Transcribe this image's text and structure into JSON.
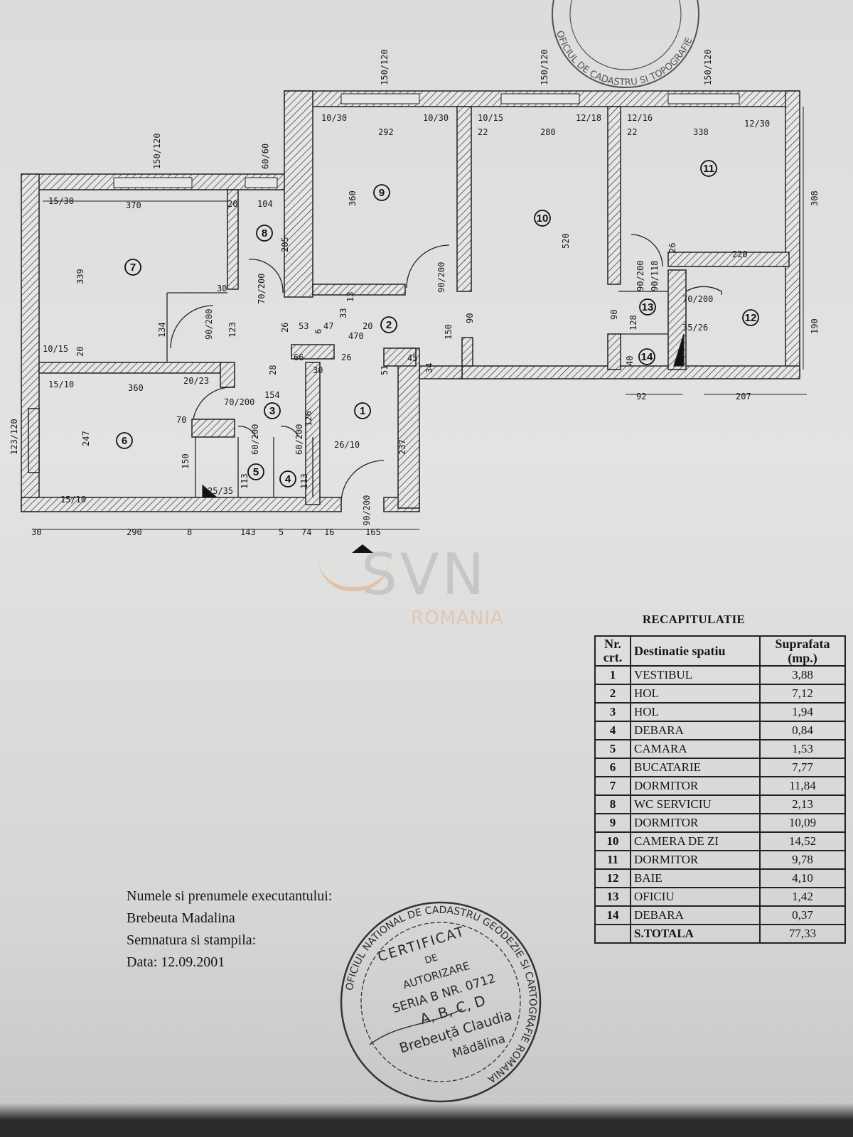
{
  "plan": {
    "room_numbers": [
      "1",
      "2",
      "3",
      "4",
      "5",
      "6",
      "7",
      "8",
      "9",
      "10",
      "11",
      "12",
      "13",
      "14"
    ],
    "dimensions": [
      "15/30",
      "370",
      "339",
      "10/15",
      "20",
      "134",
      "90/200",
      "123",
      "30",
      "70/200",
      "104",
      "205",
      "20",
      "360",
      "10/30",
      "292",
      "10/30",
      "90/200",
      "53",
      "47",
      "20",
      "470",
      "26",
      "6",
      "33",
      "13",
      "150",
      "90",
      "10/15",
      "22",
      "280",
      "520",
      "12/18",
      "12/16",
      "22",
      "338",
      "12/30",
      "308",
      "220",
      "26",
      "90/118",
      "90/200",
      "128",
      "70/200",
      "35/26",
      "190",
      "90",
      "40",
      "92",
      "207",
      "15/10",
      "360",
      "20/23",
      "70/200",
      "247",
      "70",
      "150",
      "15/10",
      "66",
      "26",
      "28",
      "30",
      "154",
      "51",
      "45",
      "34",
      "126",
      "60/200",
      "60/200",
      "113",
      "113",
      "25/35",
      "26/10",
      "237",
      "90/200",
      "30",
      "290",
      "8",
      "143",
      "5",
      "74",
      "16",
      "165",
      "123/120"
    ],
    "windows": [
      "150/120",
      "60/60",
      "150/120",
      "150/120",
      "150/120"
    ]
  },
  "watermark": {
    "brand": "SVN",
    "country": "ROMANIA"
  },
  "recap": {
    "title": "RECAPITULATIE",
    "headers": {
      "nr": "Nr. crt.",
      "dest": "Destinatie spatiu",
      "sup": "Suprafata (mp.)"
    },
    "rows": [
      {
        "nr": "1",
        "dest": "VESTIBUL",
        "sup": "3,88"
      },
      {
        "nr": "2",
        "dest": "HOL",
        "sup": "7,12"
      },
      {
        "nr": "3",
        "dest": "HOL",
        "sup": "1,94"
      },
      {
        "nr": "4",
        "dest": "DEBARA",
        "sup": "0,84"
      },
      {
        "nr": "5",
        "dest": "CAMARA",
        "sup": "1,53"
      },
      {
        "nr": "6",
        "dest": "BUCATARIE",
        "sup": "7,77"
      },
      {
        "nr": "7",
        "dest": "DORMITOR",
        "sup": "11,84"
      },
      {
        "nr": "8",
        "dest": "WC SERVICIU",
        "sup": "2,13"
      },
      {
        "nr": "9",
        "dest": "DORMITOR",
        "sup": "10,09"
      },
      {
        "nr": "10",
        "dest": "CAMERA DE ZI",
        "sup": "14,52"
      },
      {
        "nr": "11",
        "dest": "DORMITOR",
        "sup": "9,78"
      },
      {
        "nr": "12",
        "dest": "BAIE",
        "sup": "4,10"
      },
      {
        "nr": "13",
        "dest": "OFICIU",
        "sup": "1,42"
      },
      {
        "nr": "14",
        "dest": "DEBARA",
        "sup": "0,37"
      }
    ],
    "total": {
      "label": "S.TOTALA",
      "sup": "77,33"
    }
  },
  "executant": {
    "name_label": "Numele si prenumele executantului:",
    "name": "Brebeuta Madalina",
    "signature_label": "Semnatura si stampila:",
    "date_label": "Data: 12.09.2001"
  },
  "stamp": {
    "ring": "OFICIUL NATIONAL DE CADASTRU GEODEZIE SI CARTOGRAFIE ROMANIA",
    "l1": "CERTIFICAT",
    "l2": "DE",
    "l3": "AUTORIZARE",
    "l4": "SERIA B NR. 0712",
    "l5": "A, B, C, D",
    "l6": "Brebeuță Claudia",
    "l7": "Mădălina"
  },
  "top_stamp": {
    "ring": "OFICIUL DE CADASTRU SI TOPOGRAFIE"
  }
}
